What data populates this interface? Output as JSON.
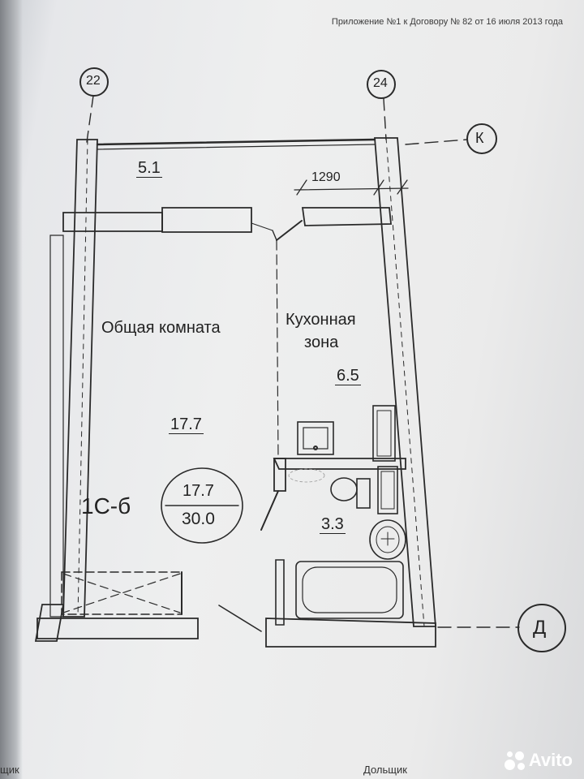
{
  "header": {
    "text": "Приложение №1 к Договору № 82 от 16 июля 2013 года"
  },
  "axes": {
    "axis_22": "22",
    "axis_24": "24",
    "axis_k": "К",
    "axis_d": "Д"
  },
  "dimension": {
    "width_label": "1290"
  },
  "rooms": {
    "balcony": {
      "area": "5.1"
    },
    "living": {
      "name": "Общая комната",
      "area": "17.7"
    },
    "kitchen": {
      "name_line1": "Кухонная",
      "name_line2": "зона",
      "area": "6.5"
    },
    "bathroom": {
      "area": "3.3"
    }
  },
  "unit": {
    "code": "1С-б",
    "living_area": "17.7",
    "total_area": "30.0"
  },
  "footer": {
    "left": "щик",
    "right": "Дольщик",
    "logo": "Avito"
  },
  "colors": {
    "ink": "#222222",
    "paper": "#ececec"
  }
}
